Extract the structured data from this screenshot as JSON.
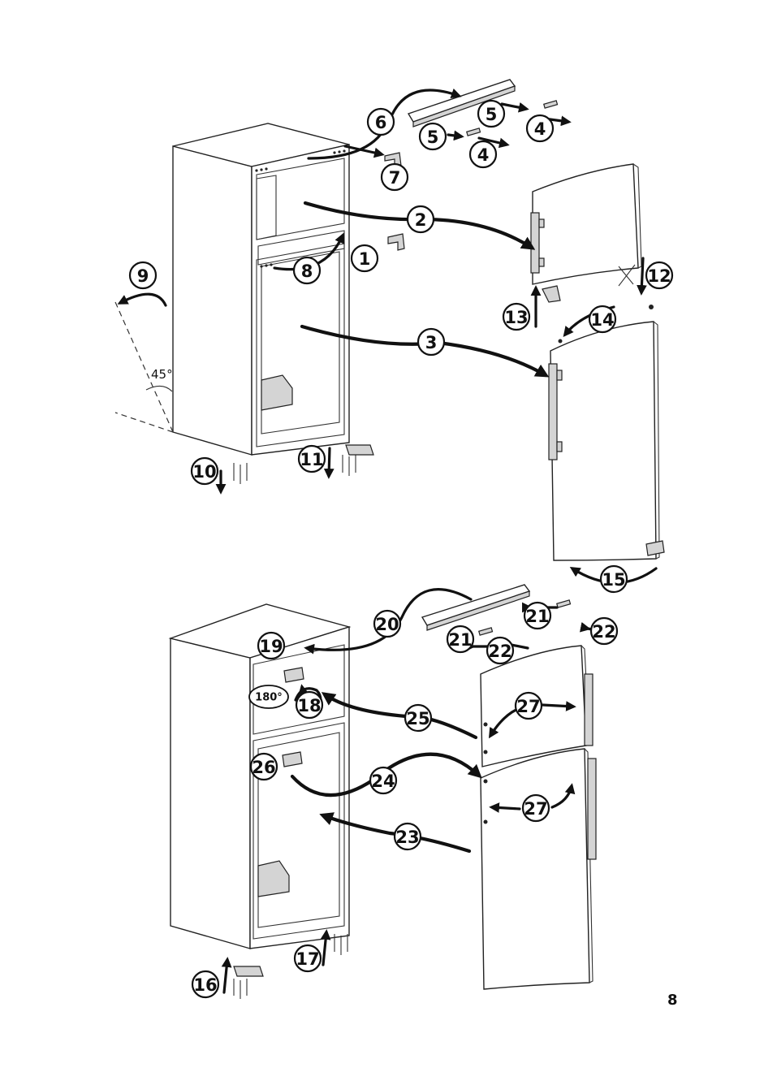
{
  "figure": {
    "callouts": [
      "1",
      "2",
      "3",
      "4",
      "4",
      "5",
      "5",
      "6",
      "7",
      "8",
      "9",
      "10",
      "11",
      "12",
      "13",
      "14",
      "15",
      "16",
      "17",
      "18",
      "19",
      "20",
      "21",
      "21",
      "22",
      "22",
      "23",
      "24",
      "25",
      "26",
      "27",
      "27"
    ],
    "angle_label": "45°",
    "rotation_label": "180°"
  },
  "page": {
    "number": "8"
  }
}
